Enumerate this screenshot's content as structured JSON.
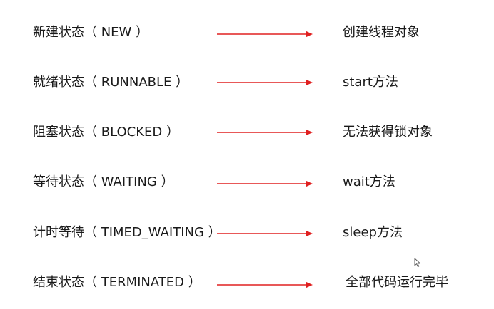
{
  "diagram": {
    "rows": [
      {
        "state": "新建状态（ NEW ）",
        "description": "创建线程对象"
      },
      {
        "state": "就绪状态（ RUNNABLE ）",
        "description": "start方法"
      },
      {
        "state": "阻塞状态（ BLOCKED ）",
        "description": "无法获得锁对象"
      },
      {
        "state": "等待状态（ WAITING ）",
        "description": "wait方法"
      },
      {
        "state": "计时等待（ TIMED_WAITING ）",
        "description": "sleep方法"
      },
      {
        "state": "结束状态（ TERMINATED ）",
        "description": "全部代码运行完毕"
      }
    ],
    "arrow_color": "#e02020",
    "icons": {
      "cursor": "mouse-pointer-icon"
    }
  }
}
